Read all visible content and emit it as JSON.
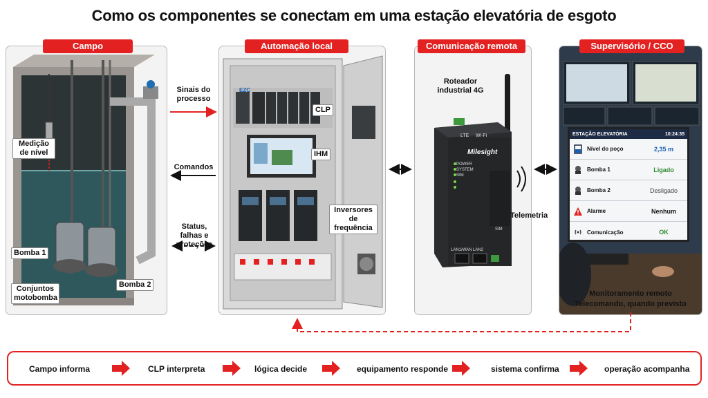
{
  "title": "Como os componentes se conectam em uma estação elevatória de esgoto",
  "sections": {
    "campo": "Campo",
    "automacao": "Automação local",
    "comunicacao": "Comunicação remota",
    "supervisorio": "Supervisório / CCO"
  },
  "campo_labels": {
    "medicao": "Medição de nível",
    "bomba1": "Bomba 1",
    "bomba2": "Bomba 2",
    "conjuntos": "Conjuntos motobomba"
  },
  "signals": {
    "sinais": "Sinais do processo",
    "comandos": "Comandos",
    "status": "Status, falhas e proteções"
  },
  "panel_labels": {
    "clp": "CLP",
    "ihm": "IHM",
    "inversores": "Inversores de frequência",
    "brand": "EZC"
  },
  "router": {
    "title": "Roteador industrial 4G",
    "brand": "Milesight",
    "leds": [
      "POWER",
      "SYSTEM",
      "SIM"
    ],
    "top_labels": [
      "LTE",
      "Wi-Fi"
    ],
    "ports": [
      "LAN1/WAN",
      "LAN2"
    ],
    "sim": "SIM",
    "telemetria": "Telemetria"
  },
  "scada": {
    "header": "ESTAÇÃO ELEVATÓRIA",
    "time": "10:24:35",
    "rows": [
      {
        "icon": "tank-level-icon",
        "name": "Nível do poço",
        "value": "2,35 m",
        "color": "#1a5fb4"
      },
      {
        "icon": "pump-icon",
        "name": "Bomba 1",
        "value": "Ligado",
        "color": "#2b8a2b"
      },
      {
        "icon": "pump-icon",
        "name": "Bomba 2",
        "value": "Desligado",
        "color": "#444444"
      },
      {
        "icon": "alarm-icon",
        "name": "Alarme",
        "value": "Nenhum",
        "color": "#111111"
      },
      {
        "icon": "antenna-icon",
        "name": "Comunicação",
        "value": "OK",
        "color": "#2b8a2b"
      }
    ]
  },
  "supervisorio_caption": [
    "Monitoramento remoto",
    "Telecomando, quando previsto"
  ],
  "flow": [
    "Campo informa",
    "CLP interpreta",
    "lógica decide",
    "equipamento responde",
    "sistema confirma",
    "operação acompanha"
  ],
  "colors": {
    "accent": "#e32121",
    "arrow": "#111111",
    "screen_header": "#1d2b44"
  }
}
